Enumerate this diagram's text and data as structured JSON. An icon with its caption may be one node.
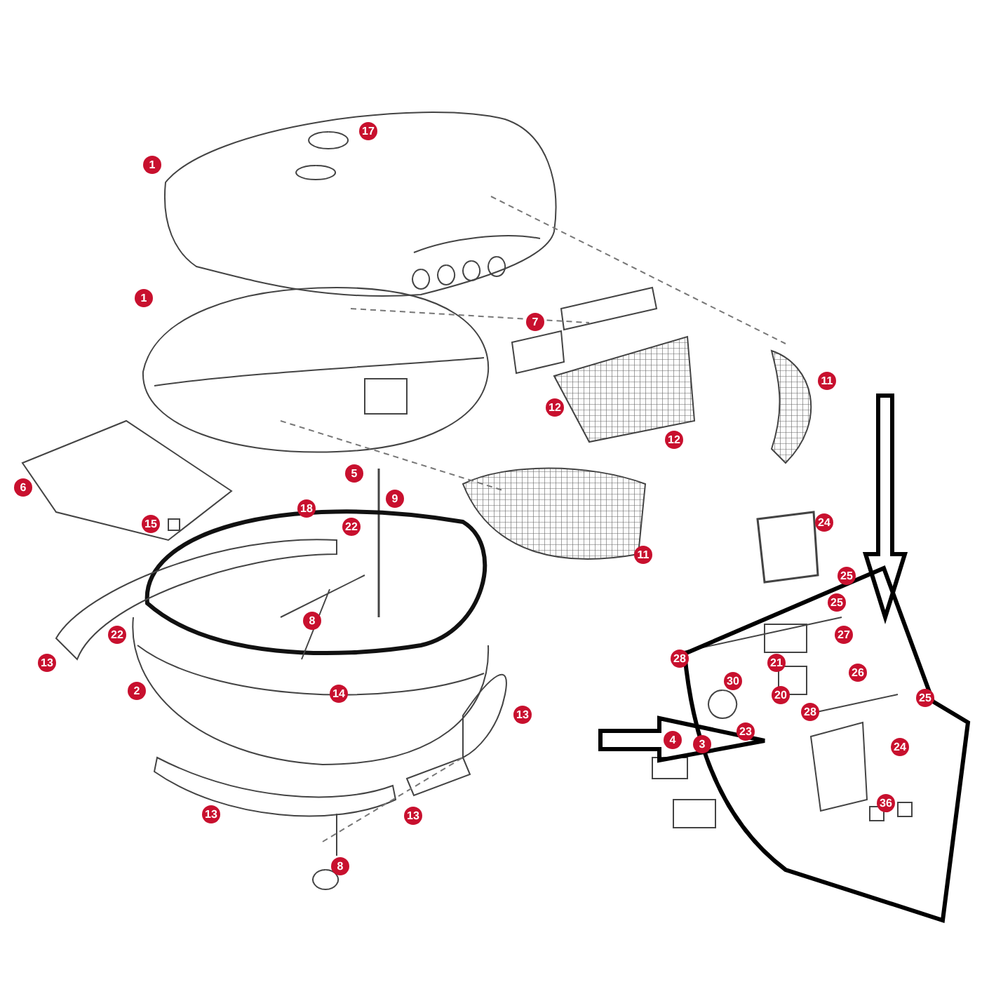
{
  "diagram": {
    "labels": [
      "17",
      "1",
      "1",
      "7",
      "11",
      "12",
      "12",
      "5",
      "6",
      "9",
      "18",
      "24",
      "15",
      "22",
      "11",
      "25",
      "25",
      "8",
      "22",
      "27",
      "28",
      "21",
      "13",
      "26",
      "30",
      "2",
      "14",
      "20",
      "25",
      "28",
      "13",
      "23",
      "4",
      "3",
      "24",
      "36",
      "13",
      "13",
      "8"
    ]
  }
}
